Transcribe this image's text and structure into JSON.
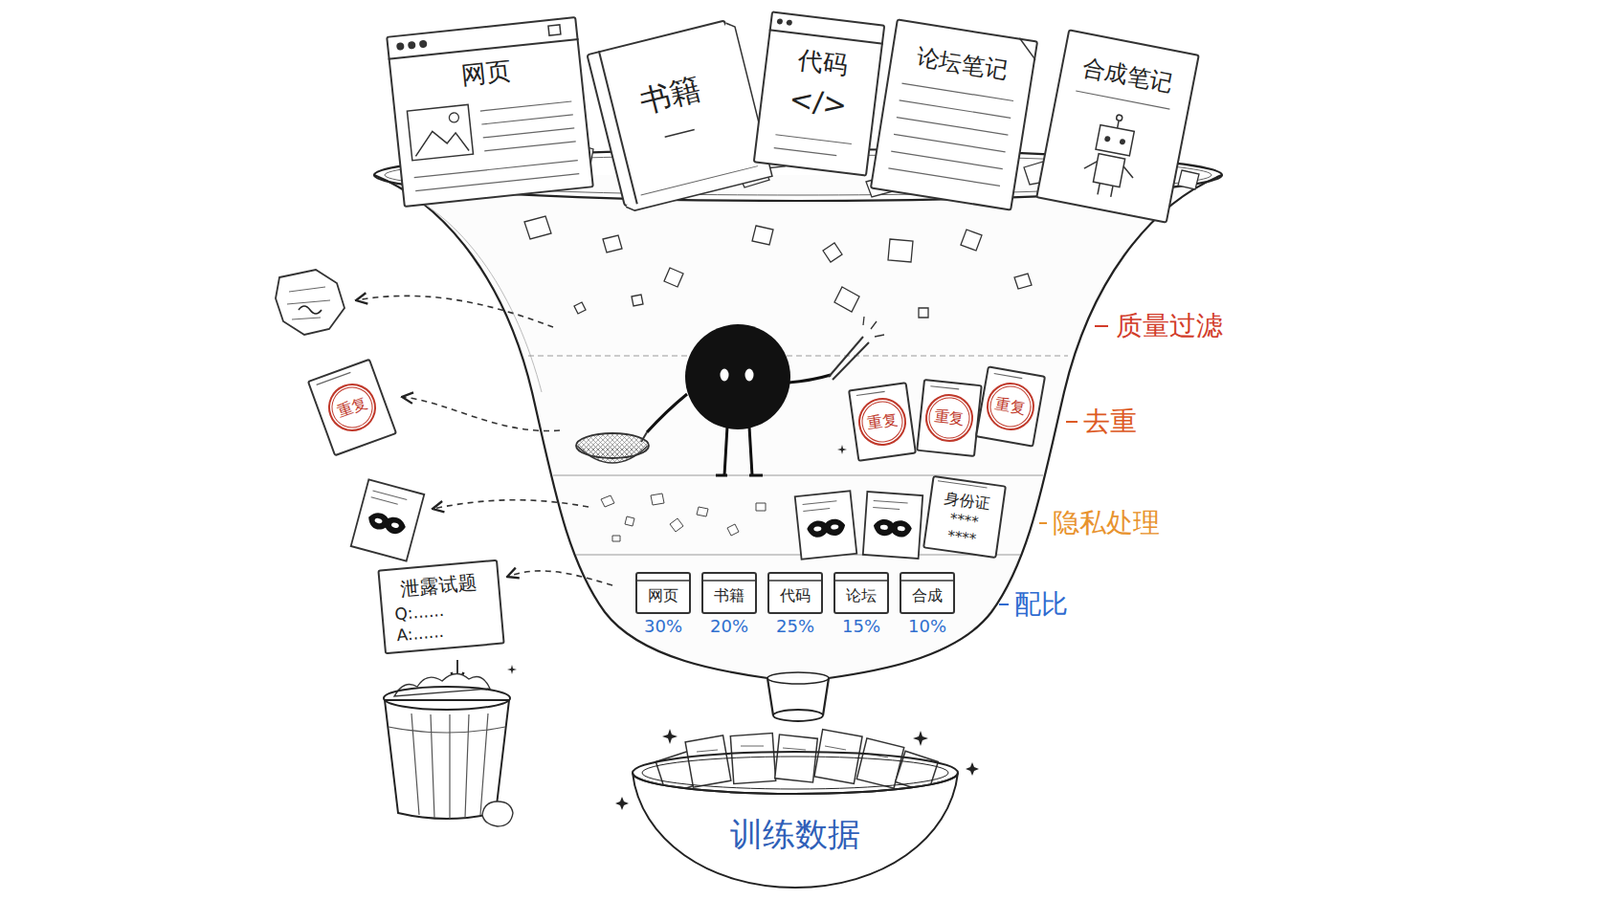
{
  "diagram": {
    "nodes": [
      {
        "text": [
          "网页"
        ]
      },
      {
        "text": [
          "书籍"
        ]
      },
      {
        "text": [
          "代码",
          "</>"
        ]
      },
      {
        "text": [
          "论坛笔记"
        ]
      },
      {
        "text": [
          "合成笔记"
        ]
      },
      {
        "text": [
          "重复"
        ]
      },
      {
        "text": [
          "重复"
        ]
      },
      {
        "text": [
          "重复"
        ]
      },
      {
        "text": [
          "重复"
        ]
      },
      {
        "text": [
          "身份证",
          "**** ****"
        ]
      },
      {
        "text": [
          "泄露试题",
          "Q:......",
          "A:......"
        ]
      },
      {
        "text": [
          "网页",
          "30%"
        ]
      },
      {
        "text": [
          "书籍",
          "20%"
        ]
      },
      {
        "text": [
          "代码",
          "25%"
        ]
      },
      {
        "text": [
          "论坛",
          "15%"
        ]
      },
      {
        "text": [
          "合成",
          "10%"
        ]
      },
      {
        "text": [
          "训练数据"
        ]
      }
    ],
    "labels": [
      "质量过滤",
      "去重",
      "隐私处理",
      "配比"
    ]
  }
}
